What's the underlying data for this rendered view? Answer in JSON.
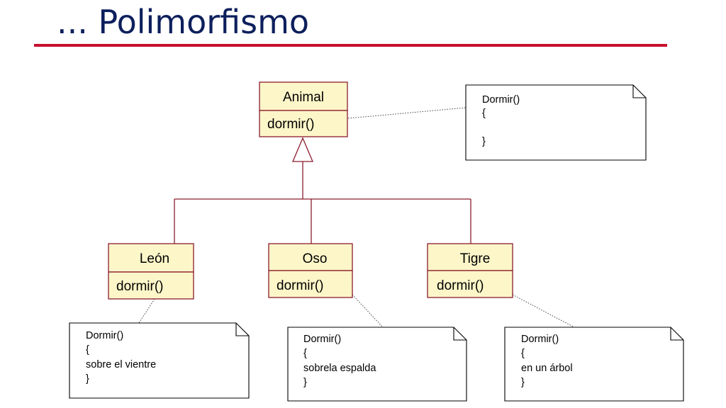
{
  "slide": {
    "title": "... Polimorfismo",
    "accent_color": "#c8102e",
    "title_color": "#0d1f5c"
  },
  "diagram": {
    "parent_class": {
      "name": "Animal",
      "method": "dormir()"
    },
    "child_classes": [
      {
        "name": "León",
        "method": "dormir()"
      },
      {
        "name": "Oso",
        "method": "dormir()"
      },
      {
        "name": "Tigre",
        "method": "dormir()"
      }
    ],
    "notes": {
      "animal": [
        "Dormir()",
        "{",
        "",
        "}"
      ],
      "leon": [
        "Dormir()",
        "{",
        "sobre el vientre",
        "}"
      ],
      "oso": [
        "Dormir()",
        "{",
        "sobrela espalda",
        "}"
      ],
      "tigre": [
        "Dormir()",
        "{",
        "en un árbol",
        "}"
      ]
    },
    "class_fill_color": "#fdf6c8",
    "class_border_color": "#8a1d2e"
  }
}
